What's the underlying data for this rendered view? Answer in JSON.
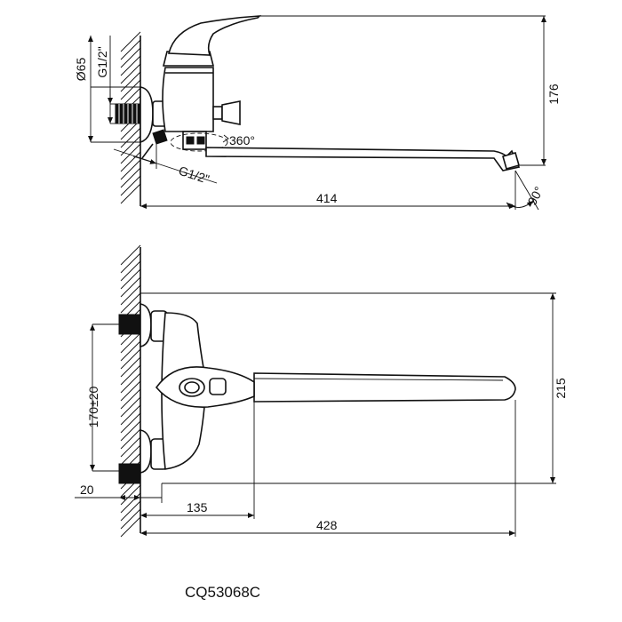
{
  "model_code": "CQ53068C",
  "dimensions": {
    "top_diameter": "Ø65",
    "top_thread_inlet": "G1/2\"",
    "swivel_angle": "360°",
    "top_thread_outlet": "G1/2\"",
    "spout_length_top": "414",
    "height": "176",
    "aerator_angle": "90°",
    "center_distance": "170±20",
    "offset": "20",
    "handle_reach": "135",
    "spout_length_bottom": "428",
    "total_width": "215"
  }
}
